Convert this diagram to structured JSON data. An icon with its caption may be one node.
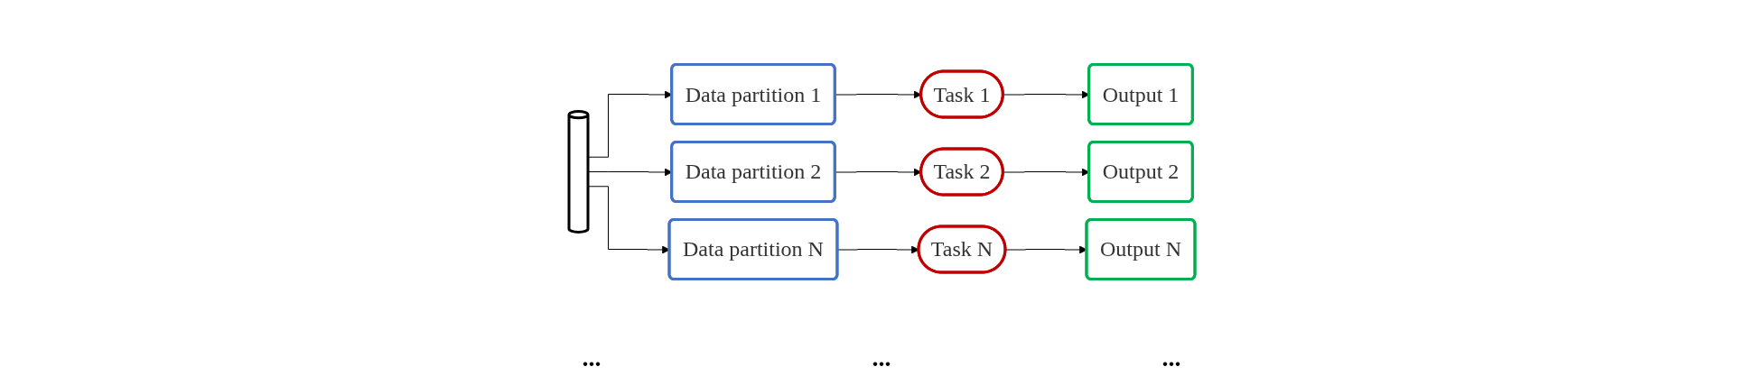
{
  "diagram": {
    "nodes": [
      {
        "text": [],
        "shape": "cylinder"
      },
      {
        "text": [
          "Data partition 1"
        ]
      },
      {
        "text": [
          "Task 1"
        ]
      },
      {
        "text": [
          "Output 1"
        ]
      },
      {
        "text": [
          "Data partition 2"
        ]
      },
      {
        "text": [
          "Task 2"
        ]
      },
      {
        "text": [
          "Output 2"
        ]
      },
      {
        "text": [
          "Data partition N"
        ]
      },
      {
        "text": [
          "Task N"
        ]
      },
      {
        "text": [
          "Output N"
        ]
      }
    ],
    "edges": [
      {
        "from": 0,
        "to": 1,
        "arrow": "to"
      },
      {
        "from": 1,
        "to": 2,
        "arrow": "to"
      },
      {
        "from": 2,
        "to": 3,
        "arrow": "to"
      },
      {
        "from": 0,
        "to": 4,
        "arrow": "to"
      },
      {
        "from": 4,
        "to": 5,
        "arrow": "to"
      },
      {
        "from": 5,
        "to": 6,
        "arrow": "to"
      },
      {
        "from": 0,
        "to": 7,
        "arrow": "to"
      },
      {
        "from": 7,
        "to": 8,
        "arrow": "to"
      },
      {
        "from": 8,
        "to": 9,
        "arrow": "to"
      }
    ],
    "labels": [
      "...",
      "...",
      "..."
    ]
  }
}
